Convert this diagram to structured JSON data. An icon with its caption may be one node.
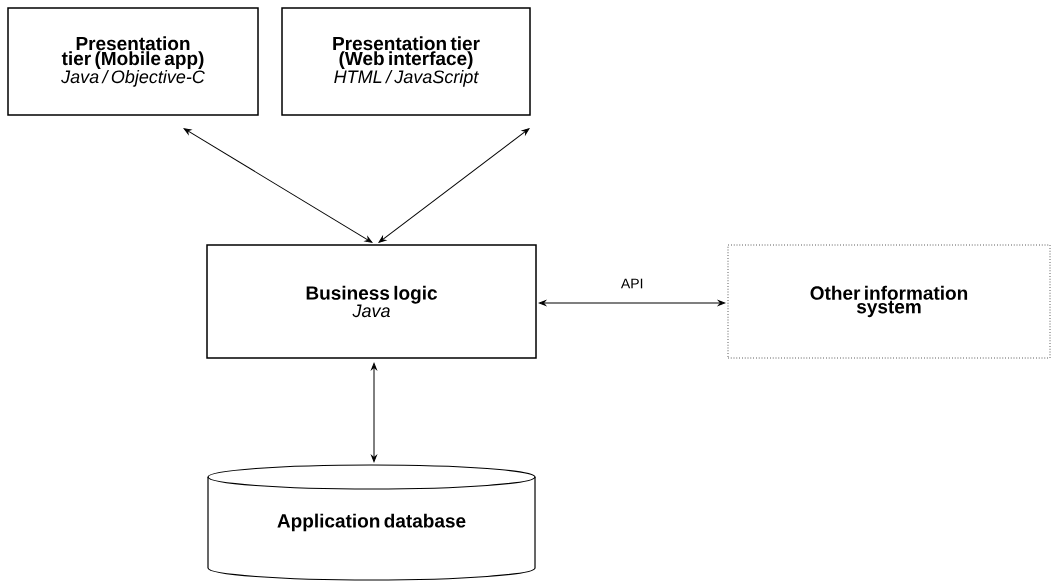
{
  "diagram": {
    "nodes": [
      {
        "text": [
          "Presentation tier (Mobile app)",
          "Java / Objective-C"
        ]
      },
      {
        "text": [
          "Presentation tier (Web interface)",
          "HTML / JavaScript"
        ]
      },
      {
        "text": [
          "Business logic",
          "Java"
        ]
      },
      {
        "text": [
          "Other information system"
        ]
      },
      {
        "text": [
          "Application database"
        ]
      }
    ],
    "edges": [
      {
        "from": 0,
        "to": 2,
        "arrow": "both"
      },
      {
        "from": 1,
        "to": 2,
        "arrow": "both"
      },
      {
        "from": 2,
        "to": 3,
        "arrow": "both",
        "label": "API"
      },
      {
        "from": 2,
        "to": 4,
        "arrow": "both"
      }
    ]
  }
}
